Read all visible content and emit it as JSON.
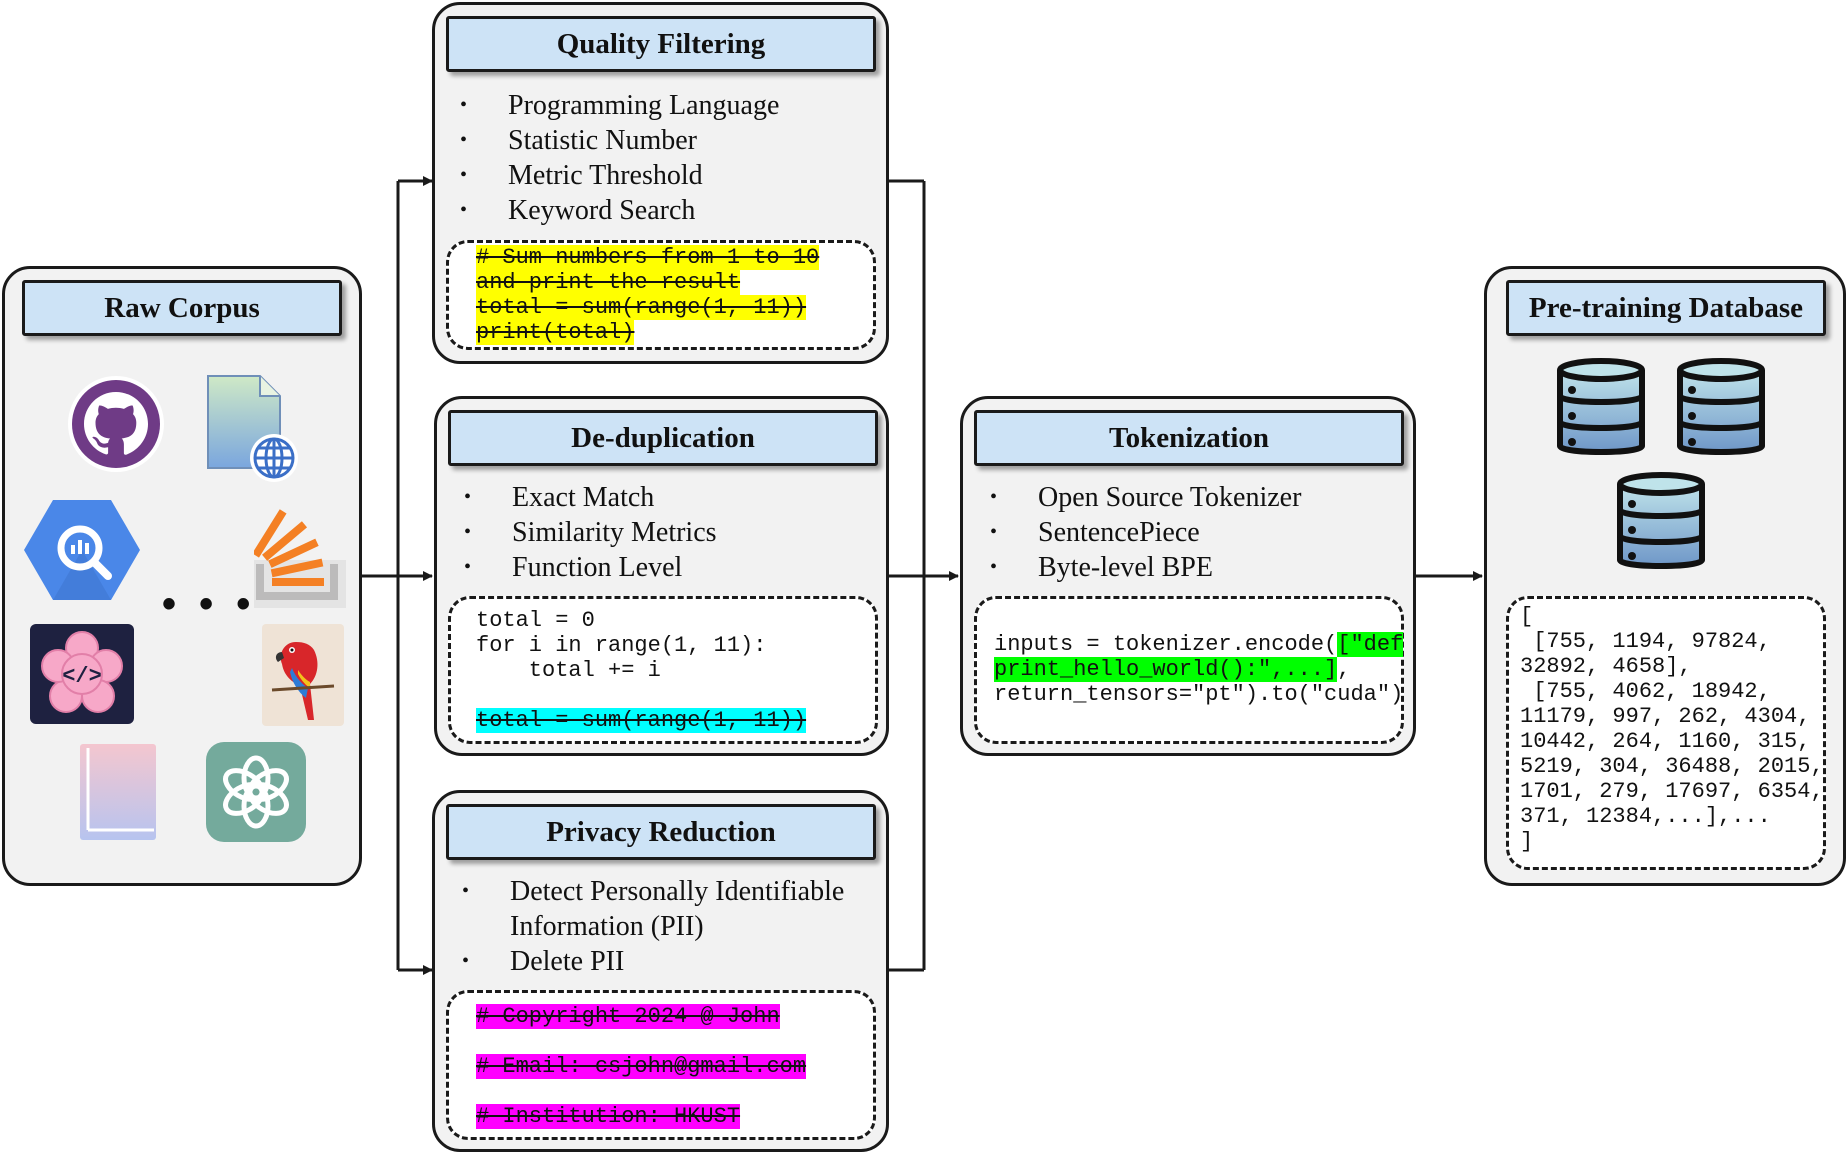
{
  "raw_corpus": {
    "title": "Raw Corpus",
    "ellipsis": "• • •",
    "icons": [
      "github-icon",
      "web-document-icon",
      "bigquery-icon",
      "stack-overflow-icon",
      "code-sakura-icon",
      "parrot-icon",
      "book-icon",
      "openai-icon"
    ]
  },
  "quality_filtering": {
    "title": "Quality Filtering",
    "items": [
      "Programming Language",
      "Statistic Number",
      "Metric Threshold",
      "Keyword Search"
    ],
    "code": [
      "# Sum numbers from 1 to 10",
      "and print the result",
      "total = sum(range(1, 11))",
      "print(total)"
    ]
  },
  "deduplication": {
    "title": "De-duplication",
    "items": [
      "Exact Match",
      "Similarity Metrics",
      "Function Level"
    ],
    "code": [
      "total = 0",
      "for i in range(1, 11):",
      "    total += i",
      "total = sum(range(1, 11))"
    ]
  },
  "privacy_reduction": {
    "title": "Privacy Reduction",
    "items": [
      "Detect Personally Identifiable",
      "Information (PII)",
      "Delete PII"
    ],
    "code": [
      "# Copyright 2024 @ John",
      "# Email: csjohn@gmail.com",
      "# Institution: HKUST"
    ]
  },
  "tokenization": {
    "title": "Tokenization",
    "items": [
      "Open Source Tokenizer",
      "SentencePiece",
      "Byte-level BPE"
    ],
    "code": {
      "line1_plain": "inputs = tokenizer.encode(",
      "line1_hl": "[\"def",
      "line2_hl": "print_hello_world():\",...]",
      "line2_plain": ",",
      "line3": "return_tensors=\"pt\").to(\"cuda\")"
    }
  },
  "pretraining_database": {
    "title": "Pre-training Database",
    "icons": [
      "database-icon",
      "database-icon",
      "database-icon"
    ],
    "code": [
      "[",
      " [755, 1194, 97824,",
      "32892, 4658],",
      " [755, 4062, 18942,",
      "11179, 997, 262, 4304,",
      "10442, 264, 1160, 315,",
      "5219, 304, 36488, 2015,",
      "1701, 279, 17697, 6354,",
      "371, 12384,...],...",
      "]"
    ]
  }
}
